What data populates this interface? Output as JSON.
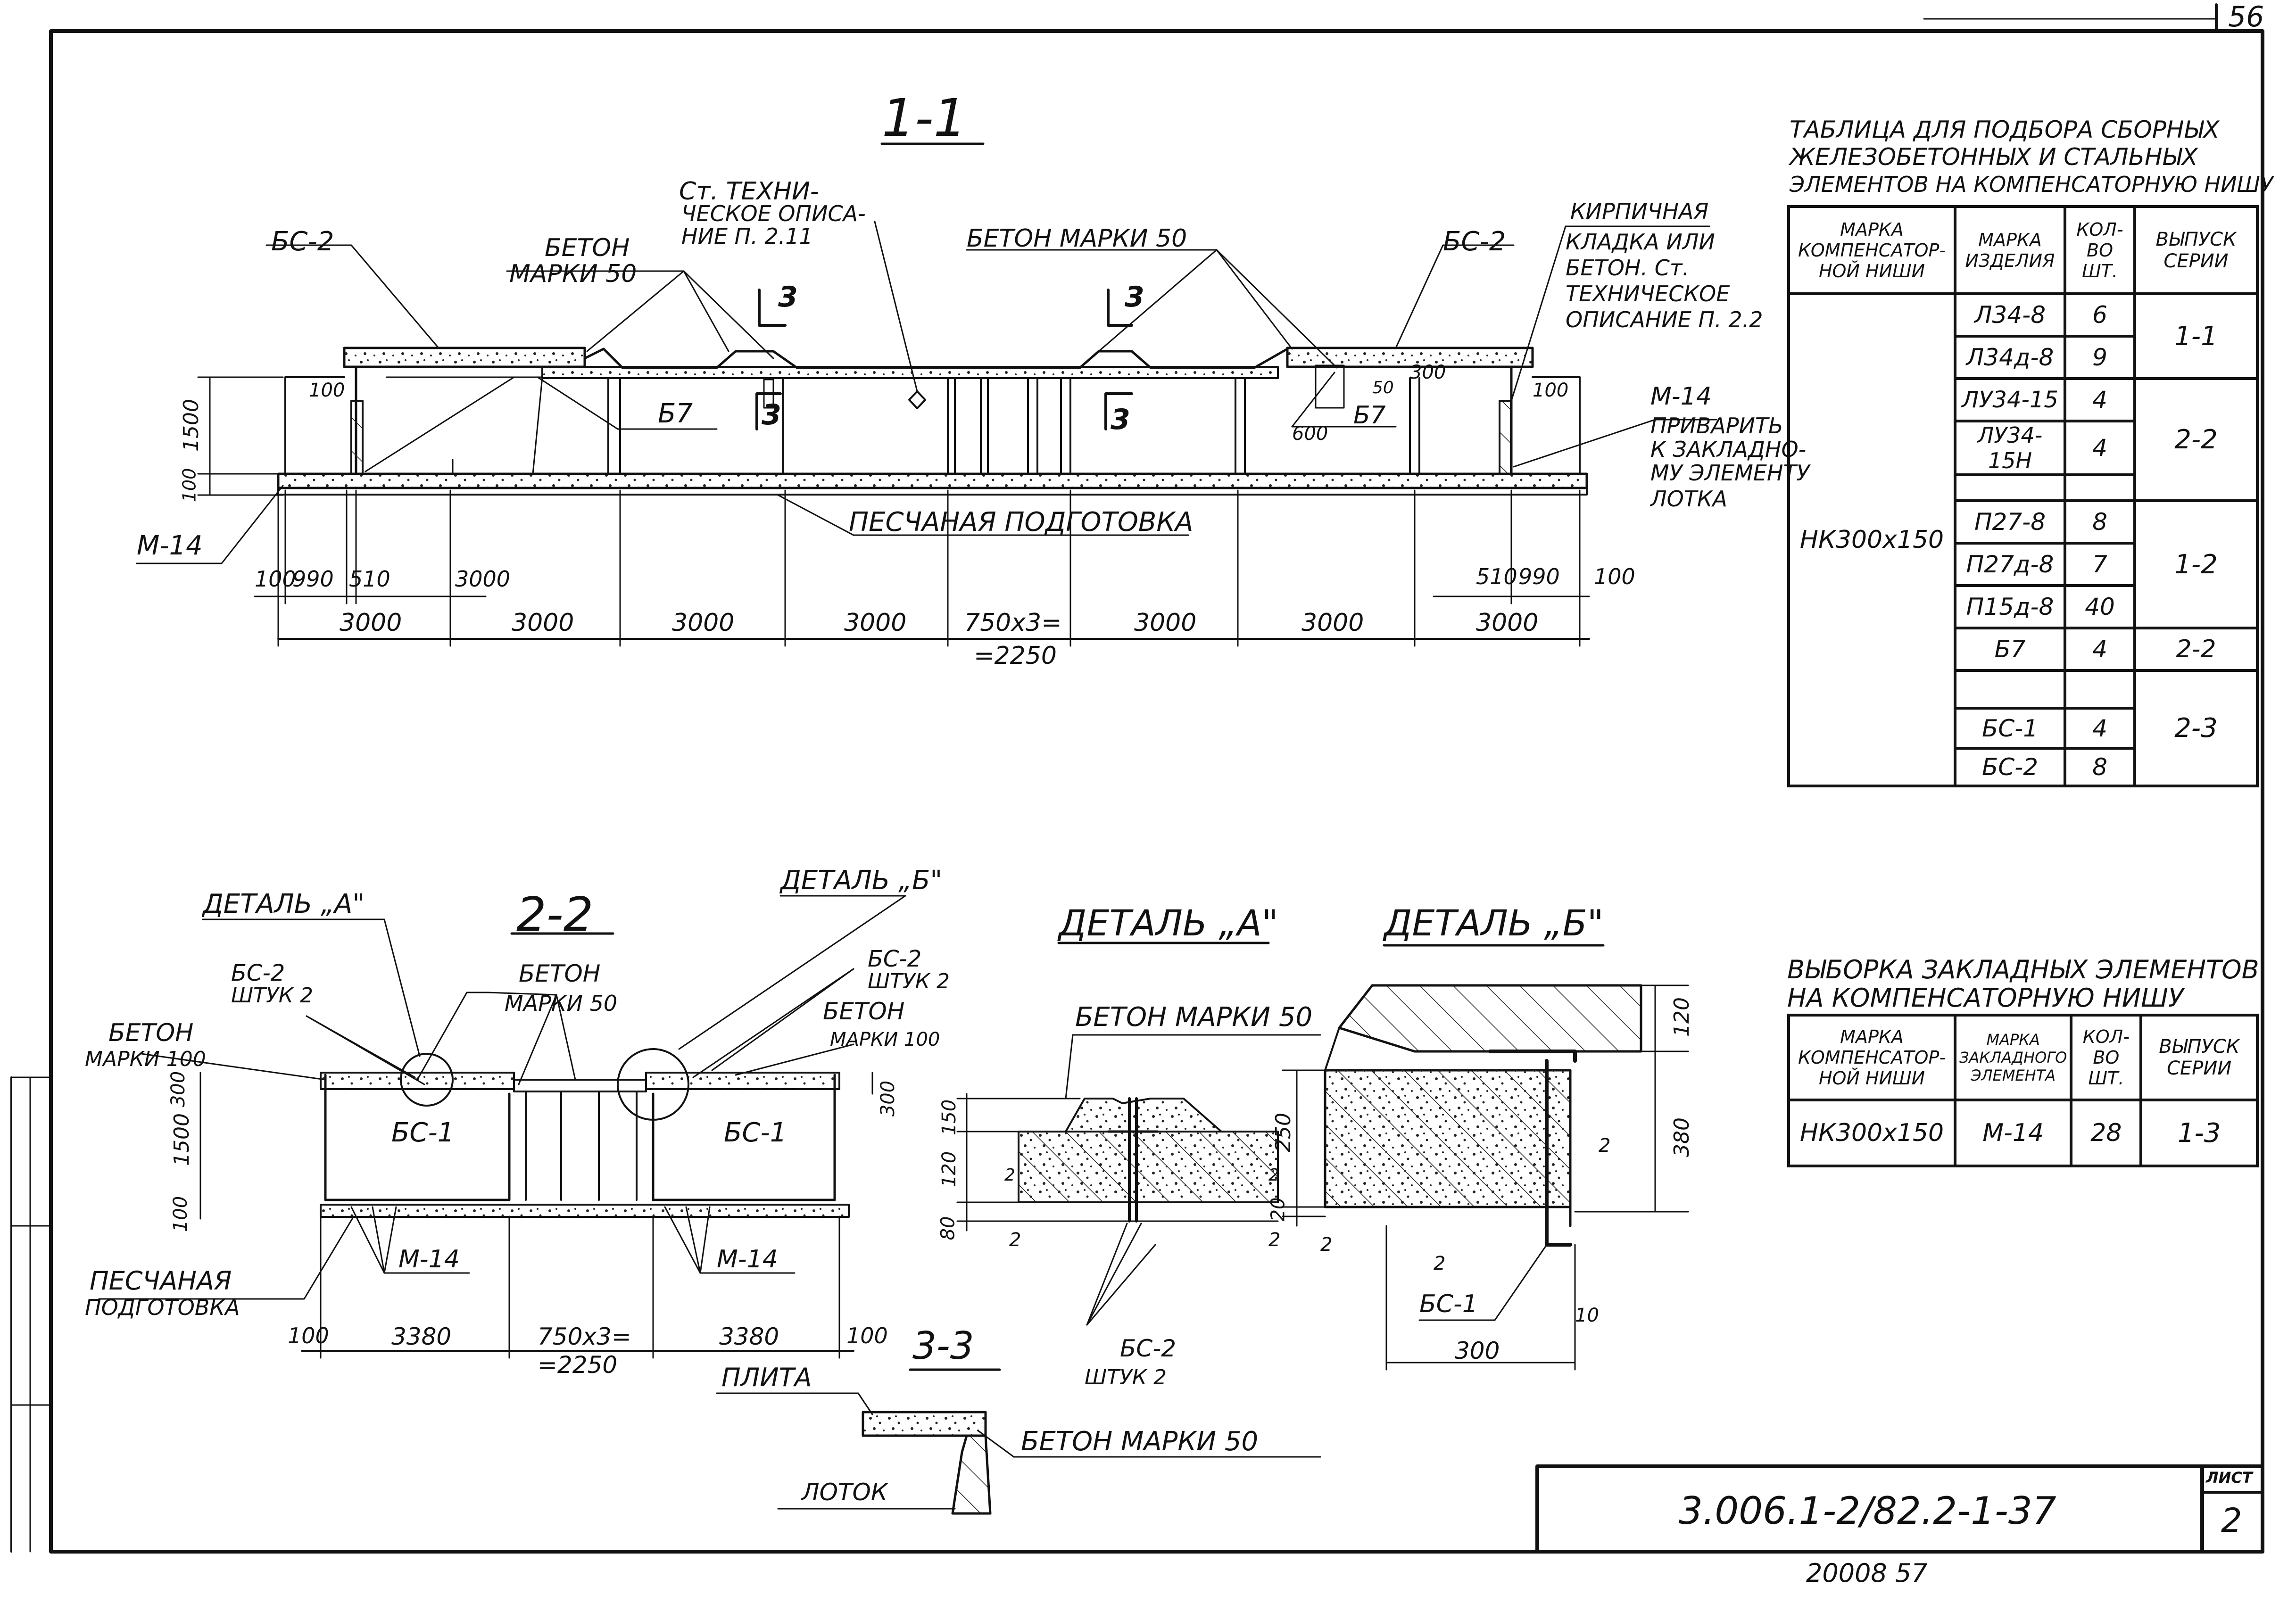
{
  "sheet_number_corner": "56",
  "section_1_1": {
    "title": "1-1",
    "labels": {
      "bs2_left": "БС-2",
      "beton_marki_50_a": "БЕТОН",
      "beton_marki_50_b": "МАРКИ 50",
      "st_tech_1": "Ст. ТЕХНИ-",
      "st_tech_2": "ЧЕСКОЕ ОПИСА-",
      "st_tech_3": "НИЕ П. 2.11",
      "beton_marki_50_mid": "БЕТОН МАРКИ 50",
      "bs2_right": "БС-2",
      "kirp_1": "КИРПИЧНАЯ",
      "kirp_2": "КЛАДКА ИЛИ",
      "kirp_3": "БЕТОН. Ст.",
      "kirp_4": "ТЕХНИЧЕСКОЕ",
      "kirp_5": "ОПИСАНИЕ П. 2.2",
      "cut3_a": "3",
      "cut3_b": "3",
      "cut3_c": "3",
      "cut3_d": "3",
      "b7_left": "Б7",
      "b7_right": "Б7",
      "m14_right": "М-14",
      "priv_1": "ПРИВАРИТЬ",
      "priv_2": "К ЗАКЛАДНО-",
      "priv_3": "МУ ЭЛЕМЕНТУ",
      "priv_4": "ЛОТКА",
      "m14_left": "М-14",
      "pesch": "ПЕСЧАНАЯ ПОДГОТОВКА",
      "d100_a": "100",
      "d100_b": "100",
      "d100_c": "100",
      "d600": "600",
      "d300": "300",
      "d50": "50",
      "h1500": "1500",
      "h100": "100"
    },
    "dims_upper_left": [
      "100",
      "990",
      "510",
      "3000"
    ],
    "dims_upper_right": [
      "510",
      "990",
      "100"
    ],
    "dims_lower": [
      "3000",
      "3000",
      "3000",
      "3000",
      "750x3=",
      "3000",
      "3000",
      "3000"
    ],
    "dim_total": "=2250"
  },
  "section_2_2": {
    "title": "2-2",
    "labels": {
      "det_a": "ДЕТАЛЬ „А\"",
      "det_b": "ДЕТАЛЬ „Б\"",
      "bs2_l_1": "БС-2",
      "bs2_l_2": "ШТУК 2",
      "beton_1": "БЕТОН",
      "beton_2": "МАРКИ 50",
      "bs2_r_1": "БС-2",
      "bs2_r_2": "ШТУК 2",
      "beton100_r_1": "БЕТОН",
      "beton100_r_2": "МАРКИ 100",
      "beton100_l_1": "БЕТОН",
      "beton100_l_2": "МАРКИ 100",
      "bs1_l": "БС-1",
      "bs1_r": "БС-1",
      "m14_l": "М-14",
      "m14_r": "М-14",
      "pesch_1": "ПЕСЧАНАЯ",
      "pesch_2": "ПОДГОТОВКА",
      "h300_l": "300",
      "h1500_l": "1500",
      "h100_l": "100",
      "h300_r": "300"
    },
    "dims": [
      "100",
      "3380",
      "750x3=",
      "3380",
      "100"
    ],
    "dim_total": "=2250"
  },
  "detail_a": {
    "title": "ДЕТАЛЬ „А\"",
    "label": "БЕТОН МАРКИ 50",
    "dims": [
      "150",
      "120",
      "80"
    ],
    "bs2_1": "БС-2",
    "bs2_2": "ШТУК 2",
    "marks": [
      "2",
      "2",
      "2",
      "2"
    ]
  },
  "detail_b": {
    "title": "ДЕТАЛЬ „Б\"",
    "dims_left": [
      "250",
      "20"
    ],
    "dims_right": [
      "120",
      "380"
    ],
    "bs1": "БС-1",
    "d300": "300",
    "d10": "10",
    "marks": [
      "2",
      "2",
      "2"
    ]
  },
  "section_3_3": {
    "title": "3-3",
    "plita": "ПЛИТА",
    "beton": "БЕТОН МАРКИ 50",
    "lotok": "ЛОТОК"
  },
  "table1": {
    "title_1": "ТАБЛИЦА ДЛЯ ПОДБОРА СБОРНЫХ",
    "title_2": "ЖЕЛЕЗОБЕТОННЫХ И СТАЛЬНЫХ",
    "title_3": "ЭЛЕМЕНТОВ НА КОМПЕНСАТОРНУЮ НИШУ",
    "headers": [
      "МАРКА КОМПЕНСАТОР-НОЙ НИШИ",
      "МАРКА ИЗДЕЛИЯ",
      "КОЛ-ВО ШТ.",
      "ВЫПУСК СЕРИИ"
    ],
    "niche": "НК300x150",
    "items": [
      {
        "mark": "Л34-8",
        "qty": "6"
      },
      {
        "mark": "Л34д-8",
        "qty": "9"
      },
      {
        "mark": "ЛУ34-15",
        "qty": "4"
      },
      {
        "mark": "ЛУ34-15Н",
        "qty": "4"
      },
      {
        "mark": "",
        "qty": ""
      },
      {
        "mark": "П27-8",
        "qty": "8"
      },
      {
        "mark": "П27д-8",
        "qty": "7"
      },
      {
        "mark": "П15д-8",
        "qty": "40"
      },
      {
        "mark": "Б7",
        "qty": "4"
      },
      {
        "mark": "",
        "qty": ""
      },
      {
        "mark": "БС-1",
        "qty": "4"
      },
      {
        "mark": "БС-2",
        "qty": "8"
      }
    ],
    "series": [
      "1-1",
      "2-2",
      "1-2",
      "2-2",
      "2-3"
    ]
  },
  "table2": {
    "title_1": "ВЫБОРКА ЗАКЛАДНЫХ ЭЛЕМЕНТОВ",
    "title_2": "НА КОМПЕНСАТОРНУЮ НИШУ",
    "headers": [
      "МАРКА КОМПЕНСАТОР-НОЙ НИШИ",
      "МАРКА ЗАКЛАДНОГО ЭЛЕМЕНТА",
      "КОЛ-ВО ШТ.",
      "ВЫПУСК СЕРИИ"
    ],
    "row": [
      "НК300x150",
      "М-14",
      "28",
      "1-3"
    ]
  },
  "stamp": {
    "doc_code": "3.006.1-2/82.2-1-37",
    "sheet_label": "ЛИСТ",
    "sheet_no": "2",
    "bottom_no": "20008 57"
  }
}
